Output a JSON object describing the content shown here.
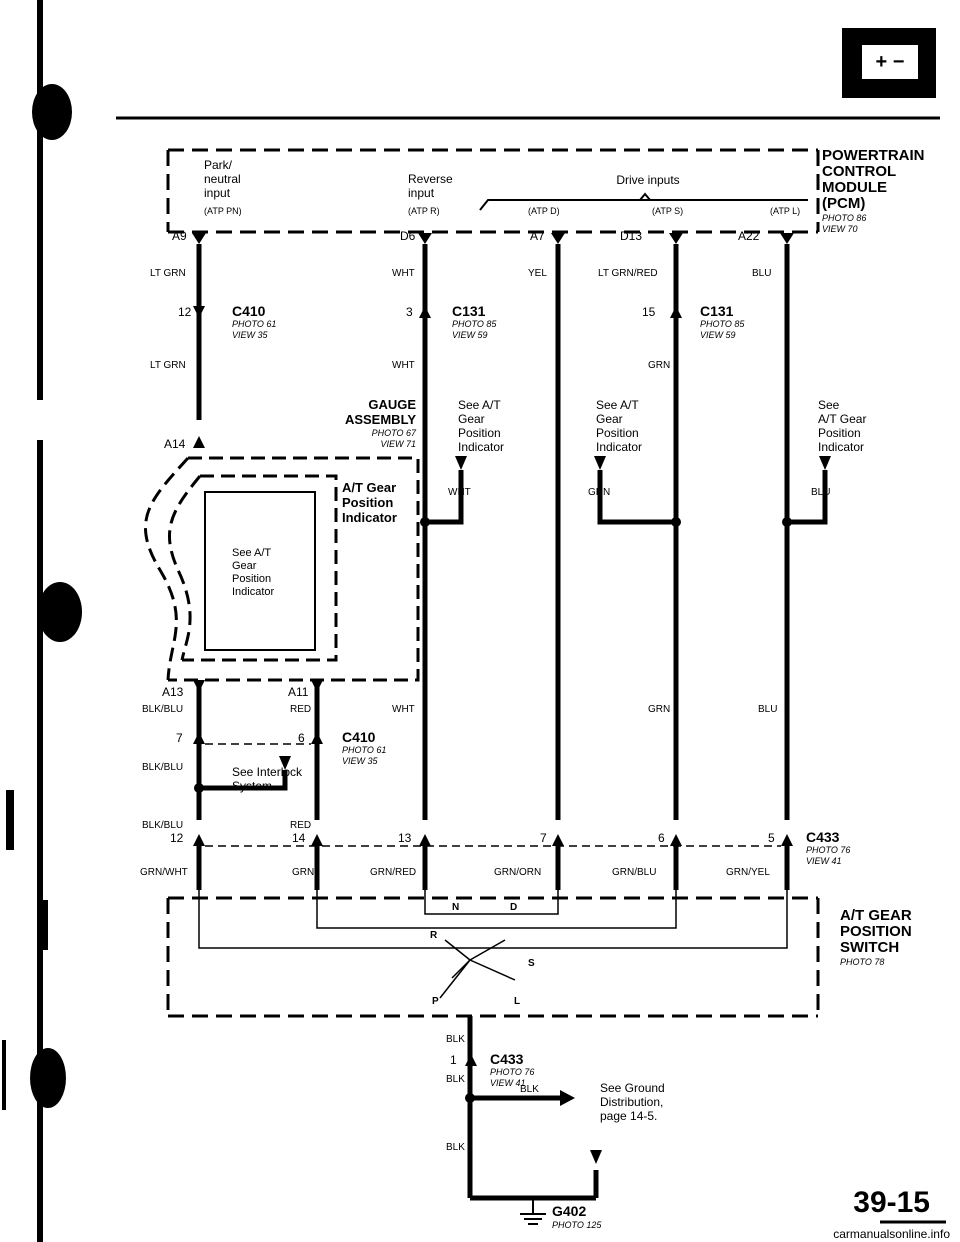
{
  "header": {
    "battery_symbol": "+ −"
  },
  "pcm": {
    "title_lines": [
      "POWERTRAIN",
      "CONTROL",
      "MODULE",
      "(PCM)"
    ],
    "photo": "PHOTO 86",
    "view": "VIEW 70",
    "park_neutral": [
      "Park/",
      "neutral",
      "input"
    ],
    "atp_pn": "(ATP PN)",
    "reverse": [
      "Reverse",
      "input"
    ],
    "atp_r": "(ATP R)",
    "drive_inputs": "Drive inputs",
    "atp_d": "(ATP D)",
    "atp_s": "(ATP S)",
    "atp_l": "(ATP L)",
    "pins": [
      "A9",
      "D6",
      "A7",
      "D13",
      "A22"
    ]
  },
  "wires": {
    "lt_grn": "LT GRN",
    "wht": "WHT",
    "yel": "YEL",
    "lt_grn_red": "LT GRN/RED",
    "blu": "BLU",
    "grn": "GRN",
    "blk_blu": "BLK/BLU",
    "red": "RED",
    "grn_wht": "GRN/WHT",
    "grn_red": "GRN/RED",
    "grn_orn": "GRN/ORN",
    "grn_blu": "GRN/BLU",
    "grn_yel": "GRN/YEL",
    "blk": "BLK"
  },
  "connectors": {
    "c410_top": {
      "pin": "12",
      "name": "C410",
      "photo": "PHOTO 61",
      "view": "VIEW 35"
    },
    "c131_left": {
      "pin": "3",
      "name": "C131",
      "photo": "PHOTO 85",
      "view": "VIEW 59"
    },
    "c131_right": {
      "pin": "15",
      "name": "C131",
      "photo": "PHOTO 85",
      "view": "VIEW 59"
    },
    "c410_bottom": {
      "pin": "6",
      "name": "C410",
      "photo": "PHOTO 61",
      "view": "VIEW 35"
    },
    "c433_row": {
      "pins": [
        "12",
        "14",
        "13",
        "7",
        "6",
        "5"
      ],
      "name": "C433",
      "photo": "PHOTO 76",
      "view": "VIEW 41"
    },
    "c433_bottom": {
      "pin": "1",
      "name": "C433",
      "photo": "PHOTO 76",
      "view": "VIEW 41"
    },
    "a13": "A13",
    "a11": "A11",
    "a14": "A14",
    "pin7": "7"
  },
  "gauge": {
    "title_lines": [
      "GAUGE",
      "ASSEMBLY"
    ],
    "photo": "PHOTO 67",
    "view": "VIEW 71",
    "indicator_title": [
      "A/T Gear",
      "Position",
      "Indicator"
    ],
    "see_inner": [
      "See A/T",
      "Gear",
      "Position",
      "Indicator"
    ]
  },
  "see_indicator_1": [
    "See A/T",
    "Gear",
    "Position",
    "Indicator"
  ],
  "see_indicator_2": [
    "See A/T",
    "Gear",
    "Position",
    "Indicator"
  ],
  "see_indicator_3": [
    "See",
    "A/T Gear",
    "Position",
    "Indicator"
  ],
  "interlock": [
    "See Interlock",
    "System"
  ],
  "switch": {
    "title_lines": [
      "A/T GEAR",
      "POSITION",
      "SWITCH"
    ],
    "photo": "PHOTO 78",
    "positions": {
      "n": "N",
      "d": "D",
      "r": "R",
      "s": "S",
      "p": "P",
      "l": "L"
    }
  },
  "ground": {
    "see_ground": [
      "See Ground",
      "Distribution,",
      "page 14-5."
    ],
    "name": "G402",
    "photo": "PHOTO 125"
  },
  "page_number": "39-15",
  "watermark": "carmanualsonline.info"
}
